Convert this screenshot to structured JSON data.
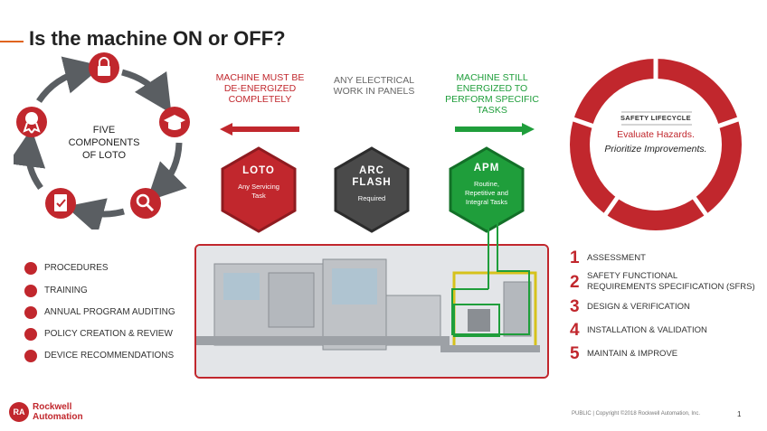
{
  "title": "Is the machine ON or OFF?",
  "accent_color": "#c1272d",
  "green_color": "#1f9e3b",
  "cycle": {
    "label_lines": [
      "FIVE",
      "COMPONENTS",
      "OF LOTO"
    ],
    "icons": [
      "lock-icon",
      "graduation-cap-icon",
      "magnifier-icon",
      "checklist-icon",
      "ribbon-badge-icon"
    ]
  },
  "top": {
    "left_lines": [
      "MACHINE MUST BE",
      "DE-ENERGIZED",
      "COMPLETELY"
    ],
    "center_lines": [
      "ANY ELECTRICAL",
      "WORK IN PANELS"
    ],
    "right_lines": [
      "MACHINE STILL",
      "ENERGIZED TO",
      "PERFORM SPECIFIC",
      "TASKS"
    ]
  },
  "hexes": [
    {
      "title_lines": [
        "LOTO"
      ],
      "sub_lines": [
        "Any Servicing",
        "Task"
      ],
      "color": "#c1272d"
    },
    {
      "title_lines": [
        "ARC",
        "FLASH"
      ],
      "sub_lines": [
        "Required"
      ],
      "color": "#4a4a4a"
    },
    {
      "title_lines": [
        "APM"
      ],
      "sub_lines": [
        "Routine,",
        "Repetitive and",
        "Integral Tasks"
      ],
      "color": "#1f9e3b"
    }
  ],
  "left_list": [
    {
      "label": "PROCEDURES",
      "icon": "lock-icon"
    },
    {
      "label": "TRAINING",
      "icon": "graduation-cap-icon"
    },
    {
      "label": "ANNUAL PROGRAM AUDITING",
      "icon": "magnifier-icon"
    },
    {
      "label": "POLICY CREATION & REVIEW",
      "icon": "checklist-icon"
    },
    {
      "label": "DEVICE RECOMMENDATIONS",
      "icon": "ribbon-badge-icon"
    }
  ],
  "lifecycle": {
    "title": "SAFETY LIFECYCLE",
    "line1": "Evaluate Hazards.",
    "line2": "Prioritize Improvements."
  },
  "steps": [
    {
      "num": "1",
      "lines": [
        "ASSESSMENT"
      ]
    },
    {
      "num": "2",
      "lines": [
        "SAFETY FUNCTIONAL",
        "REQUIREMENTS SPECIFICATION (SFRS)"
      ]
    },
    {
      "num": "3",
      "lines": [
        "DESIGN & VERIFICATION"
      ]
    },
    {
      "num": "4",
      "lines": [
        "INSTALLATION & VALIDATION"
      ]
    },
    {
      "num": "5",
      "lines": [
        "MAINTAIN & IMPROVE"
      ]
    }
  ],
  "logo": {
    "mark": "RA",
    "line1": "Rockwell",
    "line2": "Automation"
  },
  "footer": "PUBLIC | Copyright ©2018 Rockwell Automation, Inc.",
  "page_number": "1"
}
